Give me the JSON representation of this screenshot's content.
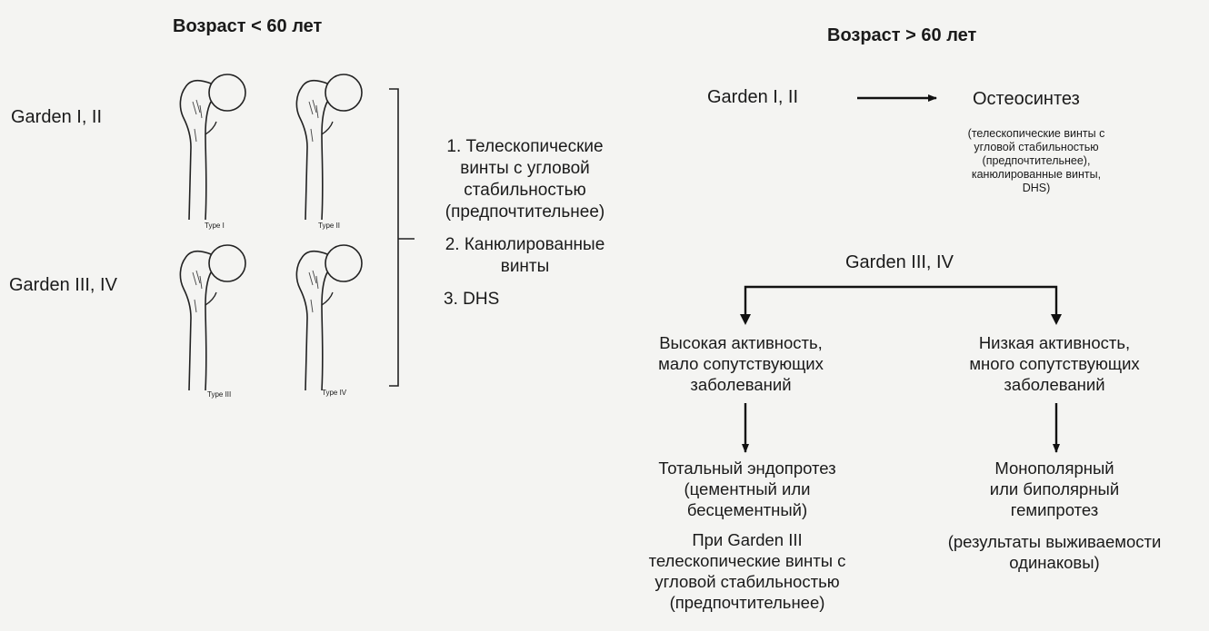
{
  "left": {
    "heading": "Возраст < 60 лет",
    "row1_label": "Garden I, II",
    "row2_label": "Garden III, IV",
    "types": [
      "Type I",
      "Type II",
      "Type III",
      "Type IV"
    ],
    "treatments": [
      "1. Телескопические",
      "винты с угловой",
      "стабильностью",
      "(предпочтительнее)",
      "2. Канюлированные",
      "винты",
      "3. DHS"
    ]
  },
  "right": {
    "heading": "Возраст > 60 лет",
    "g12_label": "Garden I, II",
    "osteo_title": "Остеосинтез",
    "osteo_note": [
      "(телескопические винты с",
      "угловой стабильностью",
      "(предпочтительнее),",
      "канюлированные винты,",
      "DHS)"
    ],
    "g34_label": "Garden III, IV",
    "high_activity": [
      "Высокая активность,",
      "мало сопутствующих",
      "заболеваний"
    ],
    "low_activity": [
      "Низкая активность,",
      "много сопутствующих",
      "заболеваний"
    ],
    "total": [
      "Тотальный эндопротез",
      "(цементный или",
      "бесцементный)",
      "При Garden III",
      "телескопические винты с",
      "угловой стабильностью",
      "(предпочтительнее)"
    ],
    "hemi": [
      "Монополярный",
      "или биполярный",
      "гемипротез",
      "(результаты выживаемости",
      "одинаковы)"
    ]
  }
}
